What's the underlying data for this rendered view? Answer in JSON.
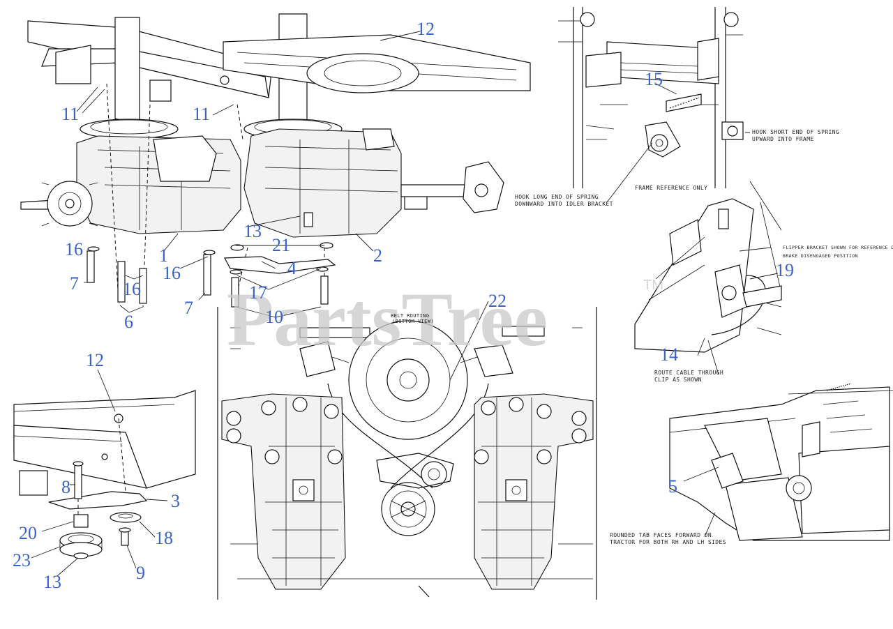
{
  "watermark": {
    "text": "PartsTree",
    "tm": "TM"
  },
  "callouts": {
    "c12a": "12",
    "c11a": "11",
    "c11b": "11",
    "c13a": "13",
    "c1": "1",
    "c2": "2",
    "c21": "21",
    "c4": "4",
    "c17": "17",
    "c10": "10",
    "c16a": "16",
    "c16b": "16",
    "c16c": "16",
    "c7a": "7",
    "c7b": "7",
    "c6": "6",
    "c22": "22",
    "c15": "15",
    "c19": "19",
    "c14": "14",
    "c5": "5",
    "c12b": "12",
    "c8": "8",
    "c3": "3",
    "c20": "20",
    "c18": "18",
    "c23": "23",
    "c13b": "13",
    "c9": "9"
  },
  "notes": {
    "hook_short_1": "HOOK SHORT END OF SPRING",
    "hook_short_2": "UPWARD INTO FRAME",
    "hook_long_1": "HOOK LONG END OF SPRING",
    "hook_long_2": "DOWNWARD INTO IDLER BRACKET",
    "frame_ref": "FRAME REFERENCE ONLY",
    "flipper_1": "FLIPPER BRACKET SHOWN FOR REFERENCE ONLY",
    "flipper_2": "BRAKE DISENGAGED POSITION",
    "route_cable_1": "ROUTE CABLE THROUGH",
    "route_cable_2": "CLIP AS SHOWN",
    "belt_routing_1": "BELT ROUTING",
    "belt_routing_2": "(BOTTOM VIEW)",
    "rounded_tab_1": "ROUNDED TAB FACES FORWARD ON",
    "rounded_tab_2": "TRACTOR FOR BOTH RH AND LH SIDES"
  }
}
